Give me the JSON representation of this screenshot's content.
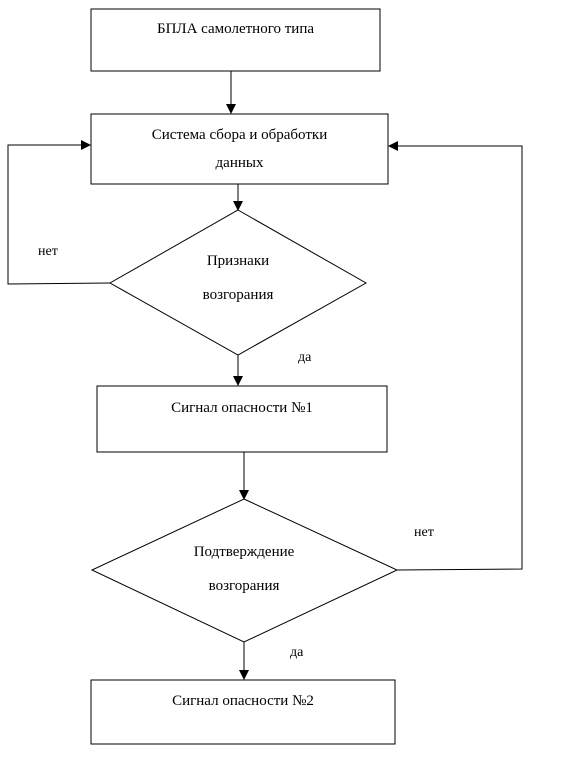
{
  "diagram": {
    "nodes": {
      "uav": {
        "text": "БПЛА самолетного типа"
      },
      "system": {
        "line1": "Система сбора и обработки",
        "line2": "данных"
      },
      "signs": {
        "line1": "Признаки",
        "line2": "возгорания"
      },
      "signal1": {
        "text": "Сигнал опасности №1"
      },
      "confirm": {
        "line1": "Подтверждение",
        "line2": "возгорания"
      },
      "signal2": {
        "text": "Сигнал опасности №2"
      }
    },
    "edges": {
      "signs_no": "нет",
      "signs_yes": "да",
      "confirm_no": "нет",
      "confirm_yes": "да"
    }
  }
}
